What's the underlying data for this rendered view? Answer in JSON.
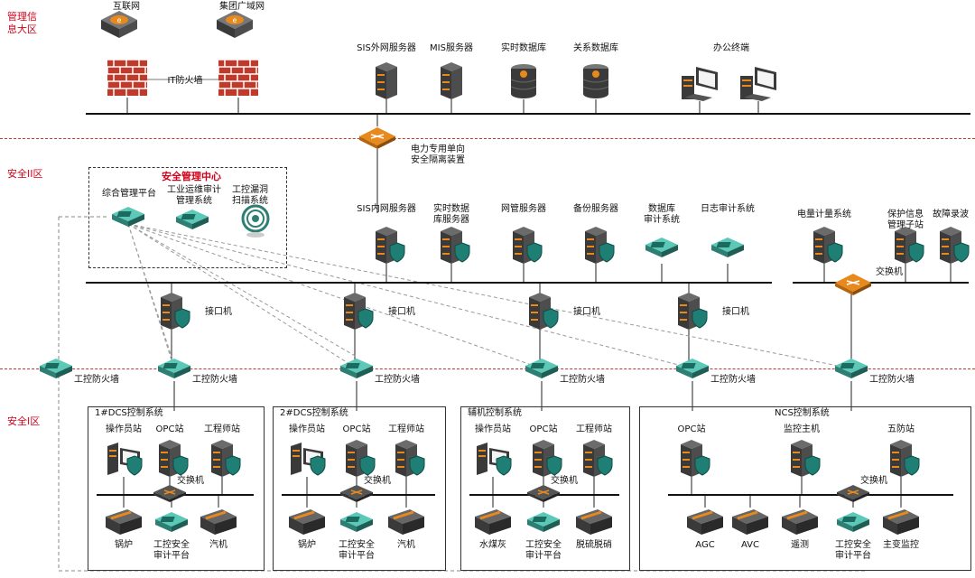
{
  "zones": {
    "mgmt": "管理信\n息大区",
    "sec2": "安全II区",
    "sec1": "安全I区"
  },
  "top": {
    "internet": "互联网",
    "group_net": "集团广域网",
    "it_firewall": "IT防火墙",
    "sis_ext": "SIS外网服务器",
    "mis": "MIS服务器",
    "realtime_db": "实时数据库",
    "relational_db": "关系数据库",
    "office": "办公终端"
  },
  "gateway": "电力专用单向\n安全隔离装置",
  "sec_center": {
    "title": "安全管理中心",
    "integrated": "综合管理平台",
    "audit": "工业运维审计\n管理系统",
    "scan": "工控漏洞\n扫描系统"
  },
  "zone2": {
    "sis_int": "SIS内网服务器",
    "realtime_srv": "实时数据\n库服务器",
    "netmgmt": "网管服务器",
    "backup": "备份服务器",
    "db_audit": "数据库\n审计系统",
    "log_audit": "日志审计系统",
    "metering": "电量计量系统",
    "protection": "保护信息\n管理子站",
    "fault": "故障录波",
    "switch": "交换机",
    "iface": [
      "接口机",
      "接口机",
      "接口机",
      "接口机"
    ]
  },
  "firewalls": [
    "工控防火墙",
    "工控防火墙",
    "工控防火墙",
    "工控防火墙",
    "工控防火墙",
    "工控防火墙"
  ],
  "systems": [
    {
      "title": "1#DCS控制系统",
      "top": [
        "操作员站",
        "OPC站",
        "工程师站"
      ],
      "switch": "交换机",
      "bottom": [
        "锅炉",
        "工控安全\n审计平台",
        "汽机"
      ]
    },
    {
      "title": "2#DCS控制系统",
      "top": [
        "操作员站",
        "OPC站",
        "工程师站"
      ],
      "switch": "交换机",
      "bottom": [
        "锅炉",
        "工控安全\n审计平台",
        "汽机"
      ]
    },
    {
      "title": "辅机控制系统",
      "top": [
        "操作员站",
        "OPC站",
        "工程师站"
      ],
      "switch": "交换机",
      "bottom": [
        "水煤灰",
        "工控安全\n审计平台",
        "脱硫脱硝"
      ]
    },
    {
      "title": "NCS控制系统",
      "top": [
        "OPC站",
        "监控主机",
        "五防站"
      ],
      "switch": "交换机",
      "bottom": [
        "AGC",
        "AVC",
        "遥测",
        "工控安全\n审计平台",
        "主变监控"
      ]
    }
  ],
  "colors": {
    "accent": "#e8891d",
    "zone_line": "#c0392b",
    "device": "#3a3a3a",
    "teal": "#2aa198",
    "brick": "#c0392b"
  }
}
